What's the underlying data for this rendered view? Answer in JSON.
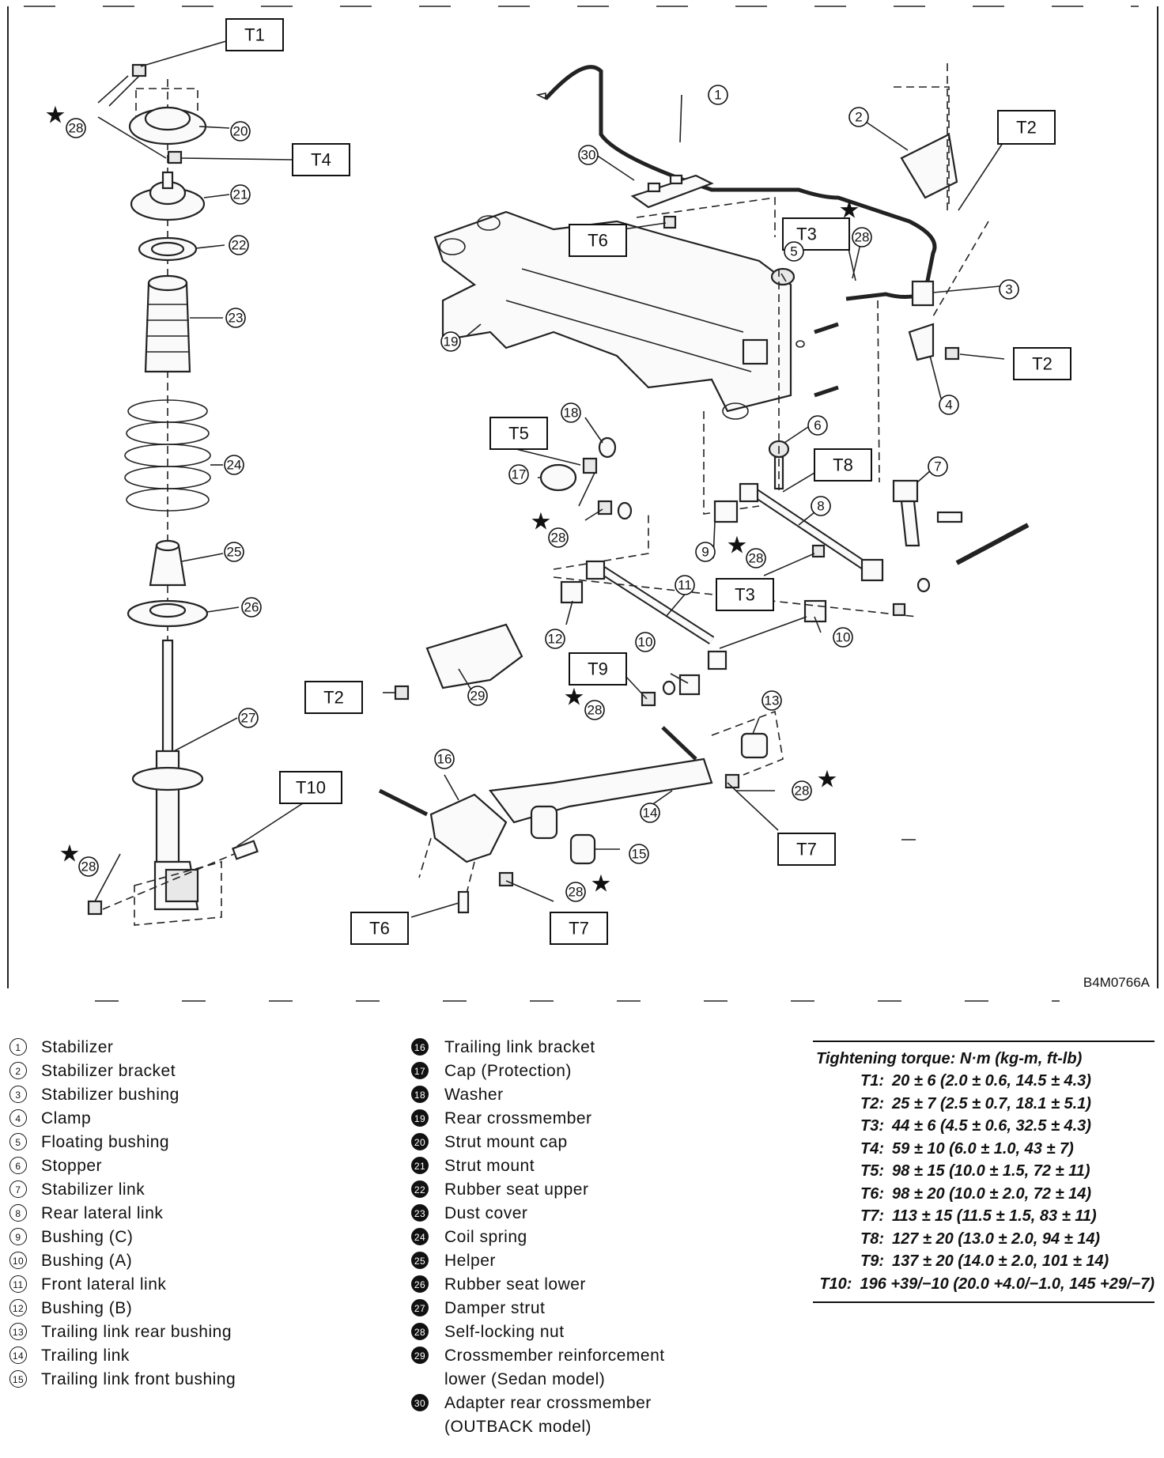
{
  "diagram": {
    "code": "B4M0766A",
    "torque_boxes": [
      {
        "id": "t1a",
        "label": "T1"
      },
      {
        "id": "t4a",
        "label": "T4"
      },
      {
        "id": "t6a",
        "label": "T6"
      },
      {
        "id": "t3a",
        "label": "T3"
      },
      {
        "id": "t2a",
        "label": "T2"
      },
      {
        "id": "t2b",
        "label": "T2"
      },
      {
        "id": "t5a",
        "label": "T5"
      },
      {
        "id": "t8a",
        "label": "T8"
      },
      {
        "id": "t3b",
        "label": "T3"
      },
      {
        "id": "t9a",
        "label": "T9"
      },
      {
        "id": "t2c",
        "label": "T2"
      },
      {
        "id": "t10a",
        "label": "T10"
      },
      {
        "id": "t7a",
        "label": "T7"
      },
      {
        "id": "t6b",
        "label": "T6"
      },
      {
        "id": "t7b",
        "label": "T7"
      }
    ],
    "callouts": [
      "1",
      "2",
      "3",
      "4",
      "5",
      "6",
      "7",
      "8",
      "9",
      "10",
      "10",
      "10",
      "11",
      "12",
      "13",
      "14",
      "15",
      "16",
      "17",
      "18",
      "19",
      "20",
      "21",
      "22",
      "23",
      "24",
      "25",
      "26",
      "27",
      "28",
      "28",
      "28",
      "28",
      "28",
      "28",
      "28",
      "28",
      "29",
      "30"
    ],
    "star_symbol": "★"
  },
  "legend_left": [
    {
      "num": "1",
      "text": "Stabilizer"
    },
    {
      "num": "2",
      "text": "Stabilizer bracket"
    },
    {
      "num": "3",
      "text": "Stabilizer bushing"
    },
    {
      "num": "4",
      "text": "Clamp"
    },
    {
      "num": "5",
      "text": "Floating bushing"
    },
    {
      "num": "6",
      "text": "Stopper"
    },
    {
      "num": "7",
      "text": "Stabilizer link"
    },
    {
      "num": "8",
      "text": "Rear lateral link"
    },
    {
      "num": "9",
      "text": "Bushing (C)"
    },
    {
      "num": "10",
      "text": "Bushing (A)"
    },
    {
      "num": "11",
      "text": "Front lateral link"
    },
    {
      "num": "12",
      "text": "Bushing (B)"
    },
    {
      "num": "13",
      "text": "Trailing link rear bushing"
    },
    {
      "num": "14",
      "text": "Trailing link"
    },
    {
      "num": "15",
      "text": "Trailing link front bushing"
    }
  ],
  "legend_right": [
    {
      "num": "16",
      "text": "Trailing link bracket"
    },
    {
      "num": "17",
      "text": "Cap (Protection)"
    },
    {
      "num": "18",
      "text": "Washer"
    },
    {
      "num": "19",
      "text": "Rear crossmember"
    },
    {
      "num": "20",
      "text": "Strut mount cap"
    },
    {
      "num": "21",
      "text": "Strut mount"
    },
    {
      "num": "22",
      "text": "Rubber seat upper"
    },
    {
      "num": "23",
      "text": "Dust cover"
    },
    {
      "num": "24",
      "text": "Coil spring"
    },
    {
      "num": "25",
      "text": "Helper"
    },
    {
      "num": "26",
      "text": "Rubber seat lower"
    },
    {
      "num": "27",
      "text": "Damper strut"
    },
    {
      "num": "28",
      "text": "Self-locking nut"
    },
    {
      "num": "29",
      "text": "Crossmember reinforcement\nlower (Sedan model)"
    },
    {
      "num": "30",
      "text": "Adapter rear crossmember\n(OUTBACK model)"
    }
  ],
  "torque": {
    "title": "Tightening torque: N·m (kg-m, ft-lb)",
    "rows": [
      {
        "label": "T1:",
        "value": "20 ± 6 (2.0 ± 0.6, 14.5 ± 4.3)"
      },
      {
        "label": "T2:",
        "value": "25 ± 7 (2.5 ± 0.7, 18.1 ± 5.1)"
      },
      {
        "label": "T3:",
        "value": "44 ± 6 (4.5 ± 0.6, 32.5 ± 4.3)"
      },
      {
        "label": "T4:",
        "value": "59 ± 10 (6.0 ± 1.0, 43 ± 7)"
      },
      {
        "label": "T5:",
        "value": "98 ± 15 (10.0 ± 1.5, 72 ± 11)"
      },
      {
        "label": "T6:",
        "value": "98 ± 20 (10.0 ± 2.0, 72 ± 14)"
      },
      {
        "label": "T7:",
        "value": "113 ± 15 (11.5 ± 1.5, 83 ± 11)"
      },
      {
        "label": "T8:",
        "value": "127 ± 20 (13.0 ± 2.0, 94 ± 14)"
      },
      {
        "label": "T9:",
        "value": "137 ± 20 (14.0 ± 2.0, 101 ± 14)"
      },
      {
        "label": "T10:",
        "value": "196 +39/−10 (20.0 +4.0/−1.0, 145 +29/−7)"
      }
    ]
  }
}
